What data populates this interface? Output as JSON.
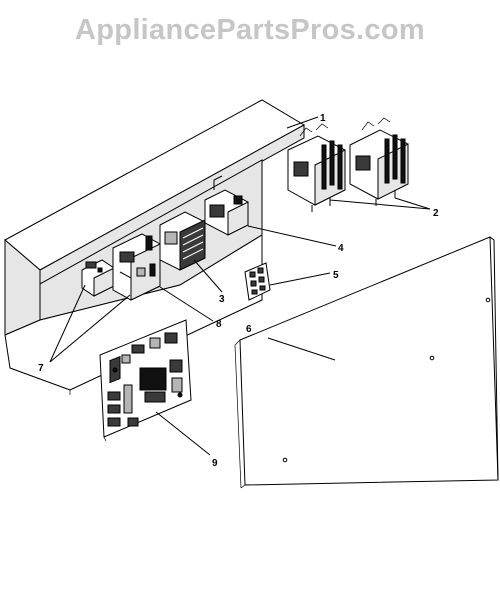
{
  "watermark": "AppliancePartsPros.com",
  "callouts": [
    {
      "id": "1",
      "label": "1"
    },
    {
      "id": "2",
      "label": "2"
    },
    {
      "id": "3",
      "label": "3"
    },
    {
      "id": "4",
      "label": "4"
    },
    {
      "id": "5",
      "label": "5"
    },
    {
      "id": "6",
      "label": "6"
    },
    {
      "id": "7",
      "label": "7"
    },
    {
      "id": "8",
      "label": "8"
    },
    {
      "id": "9",
      "label": "9"
    }
  ]
}
